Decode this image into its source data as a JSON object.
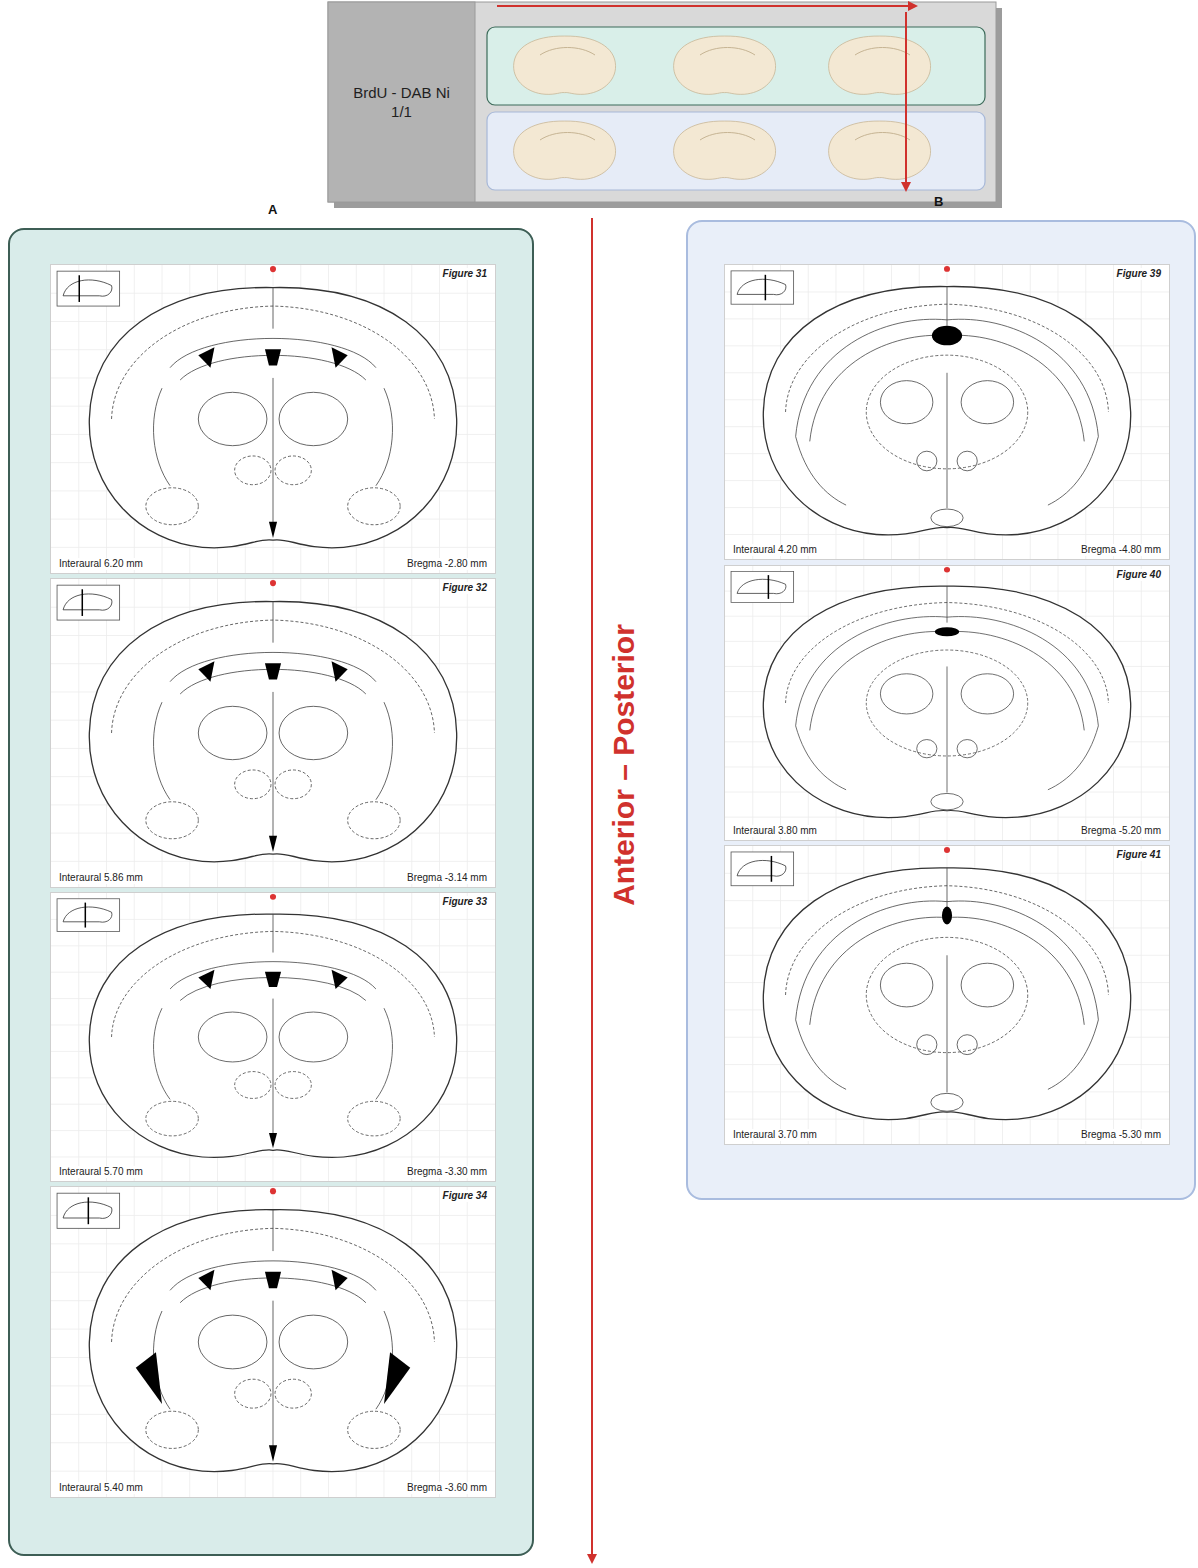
{
  "diagram": {
    "nodes": [
      {
        "text": [
          "BrdU - DAB Ni 1/1"
        ]
      },
      {
        "text": [
          "A"
        ]
      },
      {
        "text": [
          "Figure 31",
          "Interaural 6.20 mm",
          "Bregma -2.80 mm"
        ],
        "in": 1
      },
      {
        "text": [
          "Figure 32",
          "Interaural 5.86 mm",
          "Bregma -3.14 mm"
        ],
        "in": 1
      },
      {
        "text": [
          "Figure 33",
          "Interaural 5.70 mm",
          "Bregma -3.30 mm"
        ],
        "in": 1
      },
      {
        "text": [
          "Figure 34",
          "Interaural 5.40 mm",
          "Bregma -3.60 mm"
        ],
        "in": 1
      },
      {
        "text": [
          "B"
        ]
      },
      {
        "text": [
          "Figure 39",
          "Interaural 4.20 mm",
          "Bregma -4.80 mm"
        ],
        "in": 6
      },
      {
        "text": [
          "Figure 40",
          "Interaural 3.80 mm",
          "Bregma -5.20 mm"
        ],
        "in": 6
      },
      {
        "text": [
          "Figure 41",
          "Interaural 3.70 mm",
          "Bregma -5.30 mm"
        ],
        "in": 6
      }
    ],
    "labels": [
      "Anterior – Posterior"
    ]
  }
}
